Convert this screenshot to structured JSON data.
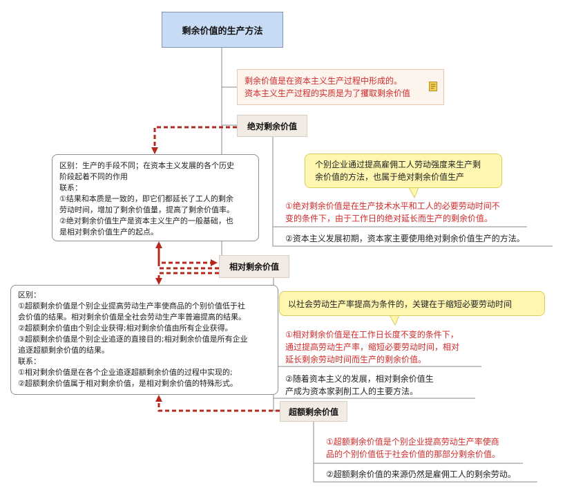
{
  "root": {
    "title": "剩余价值的生产方法"
  },
  "note": {
    "lines": [
      "剩余价值是在资本主义生产过程中形成的。",
      "资本主义生产过程的实质是为了攫取剩余价值"
    ],
    "icon": "note-icon"
  },
  "absolute": {
    "label": "绝对剩余价值",
    "relation_box": [
      "区别：生产的手段不同；在资本主义发展的各个历史",
      "阶段起着不同的作用",
      "联系：",
      "①结果和本质是一致的，即它们都延长了工人的剩余",
      "劳动时间，增加了剩余价值量，提高了剩余价值率。",
      "②绝对剩余价值生产是资本主义生产的一般基础，也",
      "是相对剩余价值生产的起点。"
    ],
    "callout": [
      "个别企业通过提高雇佣工人劳动强度来生产剩",
      "余价值的方法，也属于绝对剩余价值生产"
    ],
    "point1": [
      "①绝对剩余价值是在生产技术水平和工人的必要劳动时间不",
      "变的条件下，由于工作日的绝对延长而生产的剩余价值。"
    ],
    "point2": [
      "②资本主义发展初期，资本家主要使用绝对剩余价值生产的方法。"
    ]
  },
  "relative": {
    "label": "相对剩余价值",
    "relation_box": [
      "区别：",
      "①超额剩余价值是个别企业提高劳动生产率使商品的个别价值低于社",
      "会价值的结果。相对剩余价值是全社会劳动生产率普遍提高的结果。",
      "②超额剩余价值由个别企业获得;相对剩余价值由所有企业获得。",
      "③超额剩余价值是个别企业追逐的直接目的;相对剩余价值是所有企业",
      "追逐超额剩余价值的结果。",
      "联系：",
      "①相对剩余价值是在各个企业追逐超额剩余价值的过程中实现的;",
      "②超额剩余价值属于相对剩余价值，是相对剩余价值的特殊形式。"
    ],
    "callout": [
      "以社会劳动生产率提高为条件的，关键在于缩短必要劳动时间"
    ],
    "point1": [
      "①相对剩余价值是在工作日长度不变的条件下，",
      "通过提高劳动生产率，缩短必要劳动时间，相对",
      "延长剩余劳动时间而生产的剩余价值。"
    ],
    "point2": [
      "②随着资本主义的发展，相对剩余价值生",
      "产成为资本家剥削工人的主要方法。"
    ]
  },
  "excess": {
    "label": "超额剩余价值",
    "point1": [
      "①超额剩余价值是个别企业提高劳动生产率使商",
      "品的个别价值低于社会价值的那部分剩余价值。"
    ],
    "point2": [
      "②超额剩余价值的来源仍然是雇佣工人的剩余劳动。"
    ]
  },
  "colors": {
    "root_fill": "#c7dbf4",
    "note_fill": "#fdf4ee",
    "tag_fill": "#f2ebe3",
    "callout_fill": "#fff7b0",
    "red_text": "#d02a2a",
    "dashed_connector": "#b4281e"
  }
}
